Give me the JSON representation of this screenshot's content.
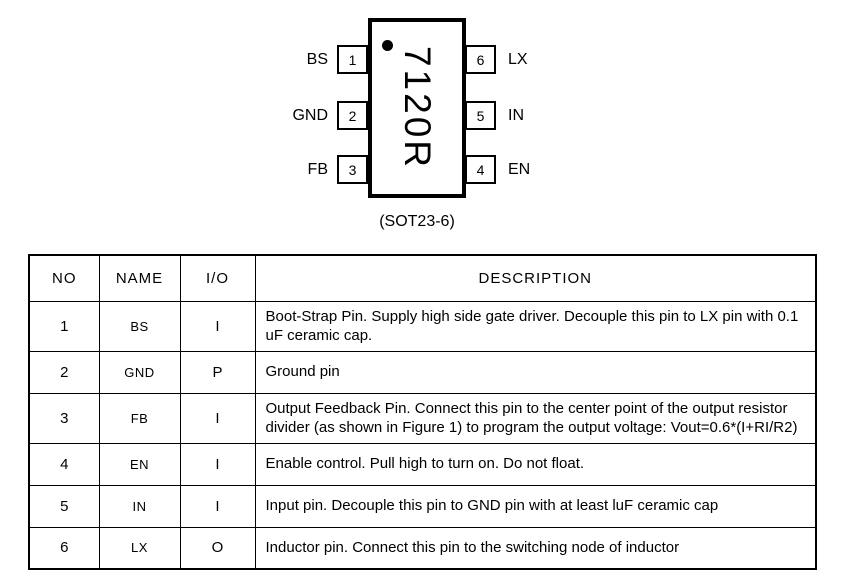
{
  "diagram": {
    "chip_label": "7120R",
    "package_label": "(SOT23-6)",
    "icons": {
      "pin1_marker": "filled-circle"
    },
    "left_pins": [
      {
        "number": "1",
        "name": "BS"
      },
      {
        "number": "2",
        "name": "GND"
      },
      {
        "number": "3",
        "name": "FB"
      }
    ],
    "right_pins": [
      {
        "number": "6",
        "name": "LX"
      },
      {
        "number": "5",
        "name": "IN"
      },
      {
        "number": "4",
        "name": "EN"
      }
    ]
  },
  "pin_table": {
    "headers": {
      "no": "NO",
      "name": "NAME",
      "io": "I/O",
      "description": "DESCRIPTION"
    },
    "rows": [
      {
        "no": "1",
        "name": "BS",
        "io": "I",
        "description": "Boot-Strap Pin. Supply high side gate driver. Decouple this pin to LX pin with 0.1 uF ceramic cap."
      },
      {
        "no": "2",
        "name": "GND",
        "io": "P",
        "description": "Ground pin"
      },
      {
        "no": "3",
        "name": "FB",
        "io": "I",
        "description": "Output Feedback Pin. Connect this pin to the center point of the output resistor divider (as shown in Figure 1) to program the output voltage: Vout=0.6*(I+RI/R2)"
      },
      {
        "no": "4",
        "name": "EN",
        "io": "I",
        "description": "Enable control. Pull high to turn on. Do not float."
      },
      {
        "no": "5",
        "name": "IN",
        "io": "I",
        "description": "Input pin. Decouple this pin to GND pin with at least luF ceramic cap"
      },
      {
        "no": "6",
        "name": "LX",
        "io": "O",
        "description": "Inductor pin. Connect this pin to the switching node of inductor"
      }
    ]
  },
  "colors": {
    "line": "#000000",
    "background": "#ffffff"
  }
}
